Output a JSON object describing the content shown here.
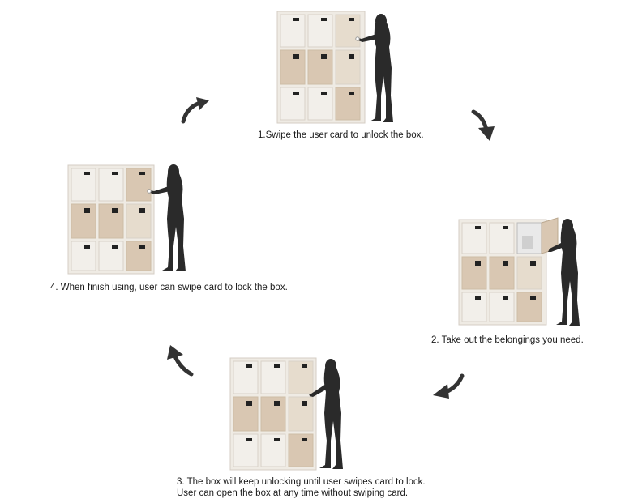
{
  "steps": [
    {
      "caption": "1.Swipe the user card to unlock the box."
    },
    {
      "caption": "2. Take out the belongings you need."
    },
    {
      "caption_line1": "3. The box will keep unlocking until user swipes card to lock.",
      "caption_line2": "User can open the box at any time without swiping card."
    },
    {
      "caption": "4. When finish using, user can swipe card to lock the box."
    }
  ],
  "colors": {
    "cabinet_frame": "#efebe4",
    "door_white": "#f2efea",
    "door_wood": "#d9c7b2",
    "door_wood_light": "#e6dccd",
    "silhouette": "#2a2a2a",
    "arrow": "#333333"
  },
  "icons": [
    "cycle-arrow-icon",
    "person-silhouette-icon",
    "card-reader-icon"
  ]
}
